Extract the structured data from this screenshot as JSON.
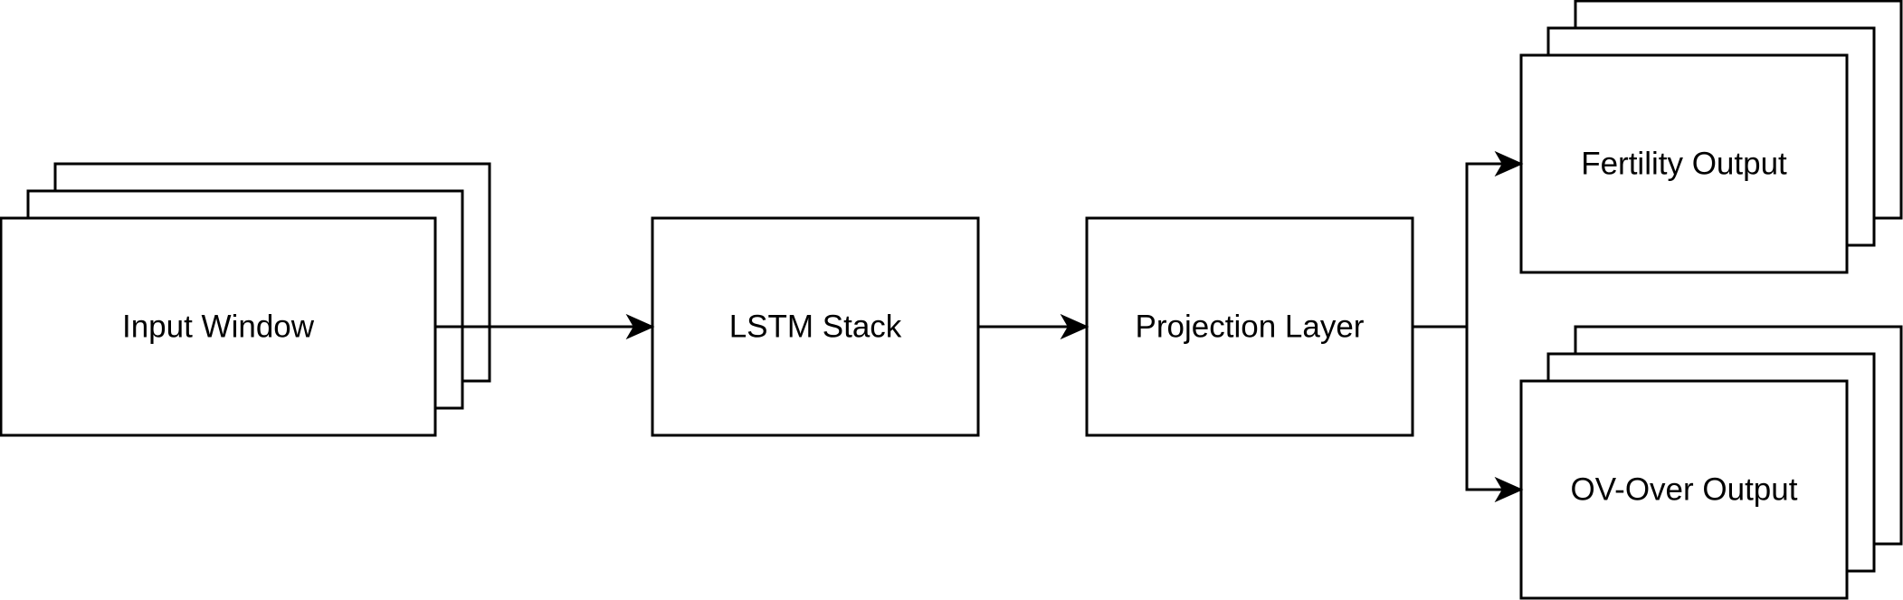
{
  "diagram": {
    "nodes": {
      "input_window": {
        "label": "Input Window",
        "stacked": true
      },
      "lstm_stack": {
        "label": "LSTM Stack",
        "stacked": false
      },
      "projection_layer": {
        "label": "Projection Layer",
        "stacked": false
      },
      "fertility_output": {
        "label": "Fertility Output",
        "stacked": true
      },
      "ov_over_output": {
        "label": "OV-Over Output",
        "stacked": true
      }
    },
    "edges": [
      {
        "from": "Input Window",
        "to": "LSTM Stack"
      },
      {
        "from": "LSTM Stack",
        "to": "Projection Layer"
      },
      {
        "from": "Projection Layer",
        "to": "Fertility Output"
      },
      {
        "from": "Projection Layer",
        "to": "OV-Over Output"
      }
    ],
    "colors": {
      "stroke": "#000000",
      "fill": "#ffffff",
      "text": "#000000"
    }
  }
}
